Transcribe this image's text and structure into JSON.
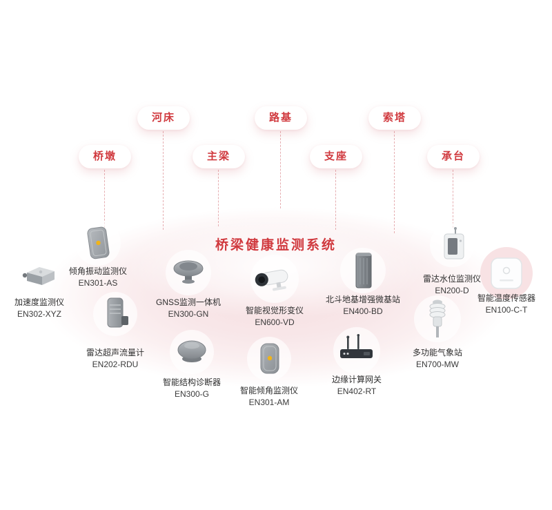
{
  "title": "桥梁健康监测系统",
  "colors": {
    "accent": "#d0393e",
    "ellipse": "#f6dfe1",
    "dash_line": "#e6aeb1",
    "label_text": "#2e2e2e"
  },
  "pills": [
    {
      "label": "河床"
    },
    {
      "label": "路基"
    },
    {
      "label": "索塔"
    },
    {
      "label": "桥墩"
    },
    {
      "label": "主梁"
    },
    {
      "label": "支座"
    },
    {
      "label": "承台"
    }
  ],
  "devices": [
    {
      "name": "加速度监测仪",
      "model": "EN302-XYZ",
      "icon": "accelerometer-icon"
    },
    {
      "name": "倾角振动监测仪",
      "model": "EN301-AS",
      "icon": "tilt-vibration-sensor-icon"
    },
    {
      "name": "GNSS监测一体机",
      "model": "EN300-GN",
      "icon": "gnss-antenna-icon"
    },
    {
      "name": "雷达超声流量计",
      "model": "EN202-RDU",
      "icon": "radar-flowmeter-icon"
    },
    {
      "name": "智能结构诊断器",
      "model": "EN300-G",
      "icon": "structure-diagnoser-icon"
    },
    {
      "name": "智能视觉形变仪",
      "model": "EN600-VD",
      "icon": "vision-camera-icon"
    },
    {
      "name": "智能倾角监测仪",
      "model": "EN301-AM",
      "icon": "tilt-monitor-icon"
    },
    {
      "name": "北斗地基增强微基站",
      "model": "EN400-BD",
      "icon": "beidou-base-station-icon"
    },
    {
      "name": "边缘计算网关",
      "model": "EN402-RT",
      "icon": "edge-gateway-icon"
    },
    {
      "name": "雷达水位监测仪",
      "model": "EN200-D",
      "icon": "radar-water-level-icon"
    },
    {
      "name": "多功能气象站",
      "model": "EN700-MW",
      "icon": "weather-station-icon"
    },
    {
      "name": "智能温度传感器",
      "model": "EN100-C-T",
      "icon": "temperature-sensor-icon"
    }
  ]
}
